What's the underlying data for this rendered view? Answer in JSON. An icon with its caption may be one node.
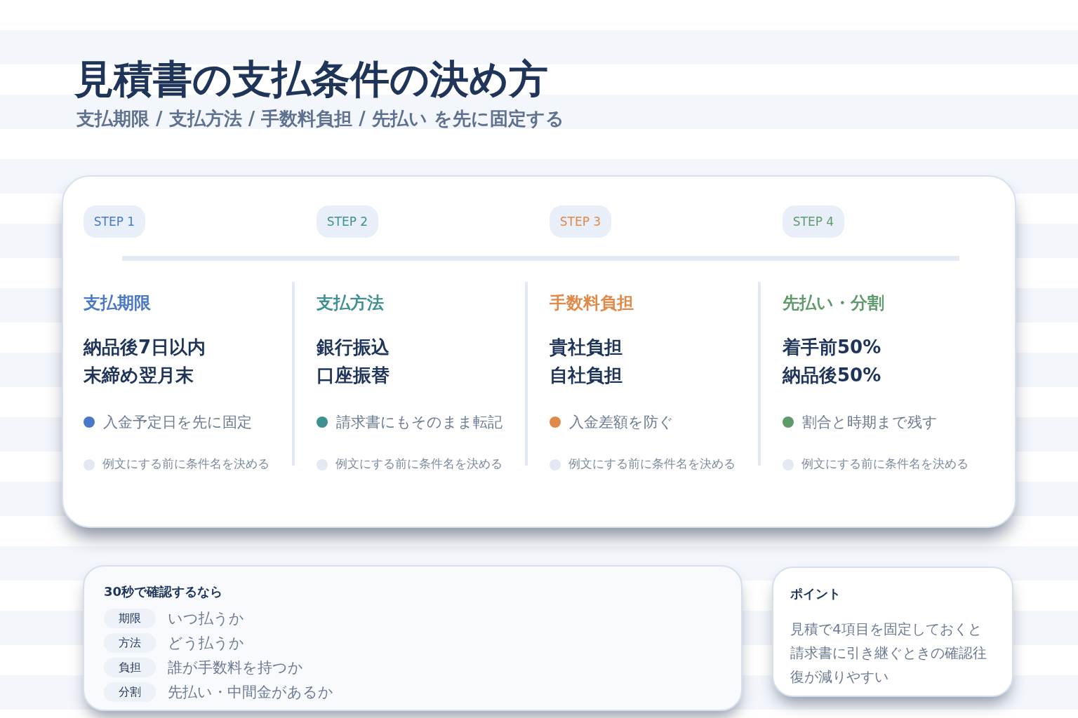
{
  "diagram": {
    "title": "見積書の支払条件の決め方",
    "nodes": [
      {
        "text": [],
        "shape": "box"
      },
      {
        "text": [
          "STEP 1"
        ],
        "in": 0
      },
      {
        "text": [
          "STEP 2"
        ],
        "in": 0
      },
      {
        "text": [
          "STEP 3"
        ],
        "in": 0
      },
      {
        "text": [
          "STEP 4"
        ],
        "in": 0
      },
      {
        "text": [
          "支払期限",
          "納品後7日以内",
          "末締め翌月末",
          "入金予定日を先に固定",
          "例文にする前に条件名を決める"
        ],
        "in": 0
      },
      {
        "text": [
          "支払方法",
          "銀行振込",
          "口座振替",
          "請求書にもそのまま転記",
          "例文にする前に条件名を決める"
        ],
        "in": 0
      },
      {
        "text": [
          "手数料負担",
          "貴社負担",
          "自社負担",
          "入金差額を防ぐ",
          "例文にする前に条件名を決める"
        ],
        "in": 0
      },
      {
        "text": [
          "先払い・分割",
          "着手前50%",
          "納品後50%",
          "割合と時期まで残す",
          "例文にする前に条件名を決める"
        ],
        "in": 0
      },
      {
        "text": [
          "30秒で確認するなら"
        ]
      },
      {
        "text": [
          "期限"
        ],
        "in": 9,
        "beside": [
          "いつ払うか"
        ]
      },
      {
        "text": [
          "方法"
        ],
        "in": 9,
        "beside": [
          "どう払うか"
        ]
      },
      {
        "text": [
          "負担"
        ],
        "in": 9,
        "beside": [
          "誰が手数料を持つか"
        ]
      },
      {
        "text": [
          "分割"
        ],
        "in": 9,
        "beside": [
          "先払い・中間金があるか"
        ]
      },
      {
        "text": [
          "ポイント",
          "見積で4項目を固定しておくと請求書に引き継ぐときの確認往復が減りやすい"
        ]
      }
    ],
    "labels": [
      "支払期限 / 支払方法 / 手数料負担 / 先払い を先に固定する"
    ]
  }
}
